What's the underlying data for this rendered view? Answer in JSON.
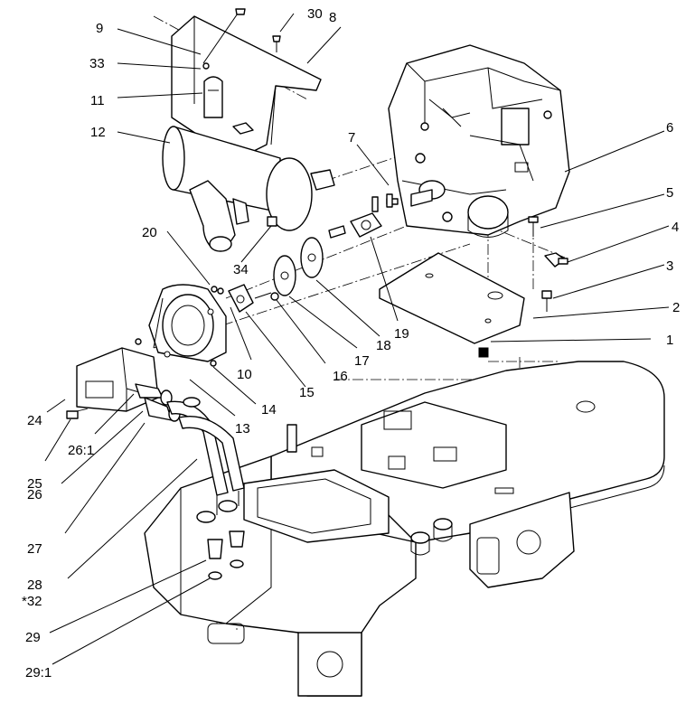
{
  "callouts": [
    {
      "id": "c1",
      "text": "1"
    },
    {
      "id": "c2",
      "text": "2"
    },
    {
      "id": "c3",
      "text": "3"
    },
    {
      "id": "c4",
      "text": "4"
    },
    {
      "id": "c5",
      "text": "5"
    },
    {
      "id": "c6",
      "text": "6"
    },
    {
      "id": "c7",
      "text": "7"
    },
    {
      "id": "c8",
      "text": "8"
    },
    {
      "id": "c9",
      "text": "9"
    },
    {
      "id": "c10",
      "text": "10"
    },
    {
      "id": "c11",
      "text": "11"
    },
    {
      "id": "c12",
      "text": "12"
    },
    {
      "id": "c13",
      "text": "13"
    },
    {
      "id": "c14",
      "text": "14"
    },
    {
      "id": "c15",
      "text": "15"
    },
    {
      "id": "c16",
      "text": "16"
    },
    {
      "id": "c17",
      "text": "17"
    },
    {
      "id": "c18",
      "text": "18"
    },
    {
      "id": "c19",
      "text": "19"
    },
    {
      "id": "c20",
      "text": "20"
    },
    {
      "id": "c24",
      "text": "24"
    },
    {
      "id": "c25",
      "text": "25"
    },
    {
      "id": "c26_1",
      "text": "26:1"
    },
    {
      "id": "c26",
      "text": "26"
    },
    {
      "id": "c27",
      "text": "27"
    },
    {
      "id": "c28",
      "text": "28"
    },
    {
      "id": "c32",
      "text": "*32"
    },
    {
      "id": "c29",
      "text": "29"
    },
    {
      "id": "c29_1",
      "text": "29:1"
    },
    {
      "id": "c30",
      "text": "30"
    },
    {
      "id": "c33",
      "text": "33"
    },
    {
      "id": "c34",
      "text": "34"
    }
  ]
}
